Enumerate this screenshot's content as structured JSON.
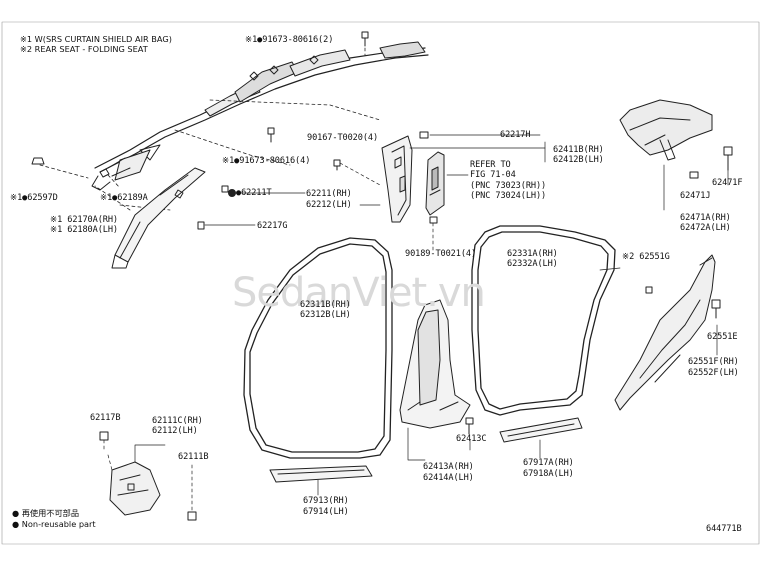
{
  "notes": {
    "line1": "※1 W(SRS CURTAIN SHIELD AIR BAG)",
    "line2": "※2 REAR SEAT - FOLDING SEAT"
  },
  "legend": {
    "item1": "● 再使用不可部品",
    "item2": "● Non-reusable part"
  },
  "watermark": "SedanViet.vn",
  "figure_code": "644771B",
  "callouts": {
    "c91673_2": "※1●91673-80616(2)",
    "c91673_4": "※1●91673-80616(4)",
    "c90167": "90167-T0020(4)",
    "c62597": "※1●62597D",
    "c62189": "※1●62189A",
    "c62170": "※1 62170A(RH)",
    "c62180": "※1 62180A(LH)",
    "c62211T": "●62211T",
    "c62211": "62211(RH)",
    "c62212": "62212(LH)",
    "c62217G": "62217G",
    "c62217H": "62217H",
    "c62411B": "62411B(RH)",
    "c62412B": "62412B(LH)",
    "refer1": "REFER TO",
    "refer2": "FIG 71-04",
    "refer3": "(PNC 73023(RH))",
    "refer4": "(PNC 73024(LH))",
    "c62471F": "62471F",
    "c62471J": "62471J",
    "c62471A": "62471A(RH)",
    "c62472A": "62472A(LH)",
    "c90189": "90189-T0021(4)",
    "c62331A": "62331A(RH)",
    "c62332A": "62332A(LH)",
    "c62551G": "※2 62551G",
    "c62311B": "62311B(RH)",
    "c62312B": "62312B(LH)",
    "c62551E": "62551E",
    "c62551F": "62551F(RH)",
    "c62552F": "62552F(LH)",
    "c62117B": "62117B",
    "c62111C": "62111C(RH)",
    "c62112": "62112(LH)",
    "c62111B": "62111B",
    "c62413C": "62413C",
    "c62413A": "62413A(RH)",
    "c62414A": "62414A(LH)",
    "c67917A": "67917A(RH)",
    "c67918A": "67918A(LH)",
    "c67913": "67913(RH)",
    "c67914": "67914(LH)"
  }
}
